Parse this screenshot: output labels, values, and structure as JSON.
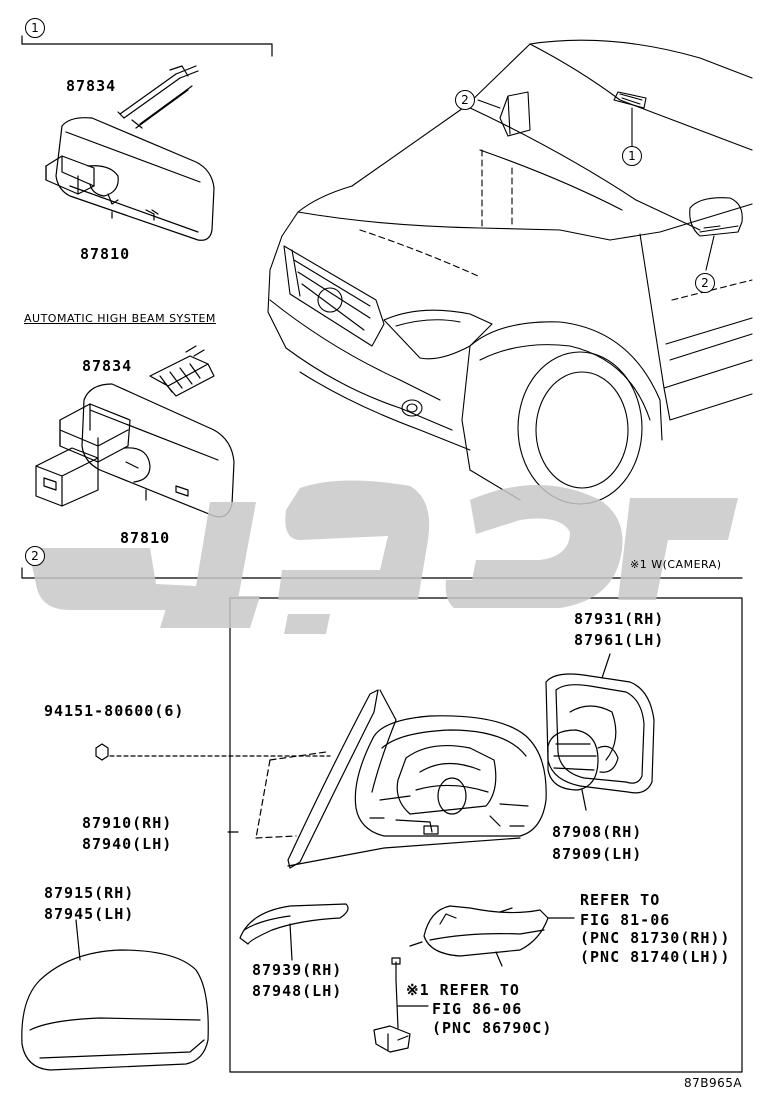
{
  "section1": {
    "marker": "1",
    "mirror_upper": {
      "part_wire": "87834",
      "part_mirror": "87810"
    },
    "subheading": "AUTOMATIC HIGH BEAM SYSTEM",
    "mirror_lower": {
      "part_wire": "87834",
      "part_mirror": "87810"
    }
  },
  "vehicle": {
    "callouts": [
      "2",
      "1",
      "2"
    ]
  },
  "section2": {
    "marker": "2",
    "note": "※1 W(CAMERA)",
    "bolt": "94151-80600(6)",
    "housing": [
      "87910(RH)",
      "87940(LH)"
    ],
    "cover": [
      "87915(RH)",
      "87945(LH)"
    ],
    "glass": [
      "87931(RH)",
      "87961(LH)"
    ],
    "actuator": [
      "87908(RH)",
      "87909(LH)"
    ],
    "trim": [
      "87939(RH)",
      "87948(LH)"
    ],
    "turn_lamp_ref": [
      "REFER TO",
      "FIG 81-06",
      "(PNC 81730(RH))",
      "(PNC 81740(LH))"
    ],
    "camera_ref": [
      "※1 REFER TO",
      "FIG 86-06",
      "(PNC 86790C)"
    ]
  },
  "figure_code": "87B965A",
  "colors": {
    "line": "#000000",
    "watermark": "#c8c8c8"
  }
}
